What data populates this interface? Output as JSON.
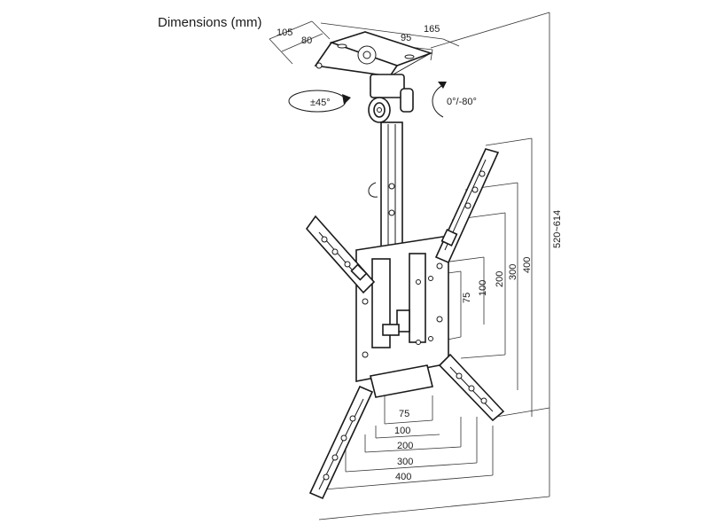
{
  "title": "Dimensions (mm)",
  "top_dims": {
    "d105": "105",
    "d80": "80",
    "d95": "95",
    "d165": "165"
  },
  "rotation": {
    "swivel": "±45°",
    "tilt": "0°/-80°"
  },
  "height_range": "520~614",
  "vertical_dims": {
    "v75": "75",
    "v100": "100",
    "v200": "200",
    "v300": "300",
    "v400": "400"
  },
  "horizontal_dims": {
    "h75": "75",
    "h100": "100",
    "h200": "200",
    "h300": "300",
    "h400": "400"
  },
  "colors": {
    "line": "#1a1a1a",
    "dimension": "#333333",
    "background": "#ffffff"
  }
}
